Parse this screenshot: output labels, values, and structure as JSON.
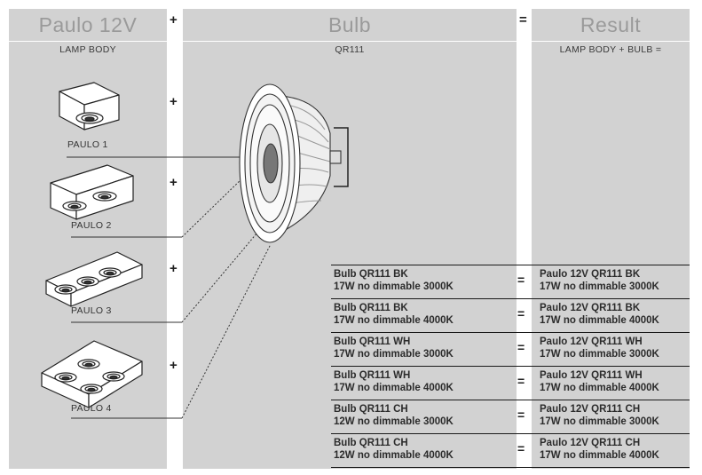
{
  "headers": {
    "lamp": "Paulo 12V",
    "bulb": "Bulb",
    "result": "Result",
    "plus": "+",
    "equals": "="
  },
  "subheaders": {
    "lamp": "LAMP BODY",
    "bulb": "QR111",
    "result": "LAMP BODY + BULB ="
  },
  "lamps": [
    {
      "label": "PAULO 1"
    },
    {
      "label": "PAULO 2"
    },
    {
      "label": "PAULO 3"
    },
    {
      "label": "PAULO 4"
    }
  ],
  "rows": [
    {
      "bulb_line1": "Bulb QR111 BK",
      "bulb_line2": "17W no dimmable 3000K",
      "result_line1": "Paulo 12V QR111 BK",
      "result_line2": "17W no dimmable 3000K"
    },
    {
      "bulb_line1": "Bulb QR111 BK",
      "bulb_line2": "17W no dimmable 4000K",
      "result_line1": "Paulo 12V QR111 BK",
      "result_line2": "17W no dimmable 4000K"
    },
    {
      "bulb_line1": "Bulb QR111 WH",
      "bulb_line2": "17W no dimmable 3000K",
      "result_line1": "Paulo 12V QR111 WH",
      "result_line2": "17W no dimmable 3000K"
    },
    {
      "bulb_line1": "Bulb QR111 WH",
      "bulb_line2": "17W no dimmable 4000K",
      "result_line1": "Paulo 12V QR111 WH",
      "result_line2": "17W no dimmable 4000K"
    },
    {
      "bulb_line1": "Bulb QR111 CH",
      "bulb_line2": "12W no dimmable 3000K",
      "result_line1": "Paulo 12V QR111 CH",
      "result_line2": "17W no dimmable 3000K"
    },
    {
      "bulb_line1": "Bulb QR111 CH",
      "bulb_line2": "12W no dimmable 4000K",
      "result_line1": "Paulo 12V QR111 CH",
      "result_line2": "17W no dimmable 4000K"
    }
  ],
  "colors": {
    "column_bg": "#d2d2d2",
    "header_text": "#9a9a9a",
    "rule": "#1a1a1a"
  },
  "icons": [
    "lamp-body-1-icon",
    "lamp-body-2-icon",
    "lamp-body-3-icon",
    "lamp-body-4-icon",
    "qr111-bulb-icon"
  ]
}
